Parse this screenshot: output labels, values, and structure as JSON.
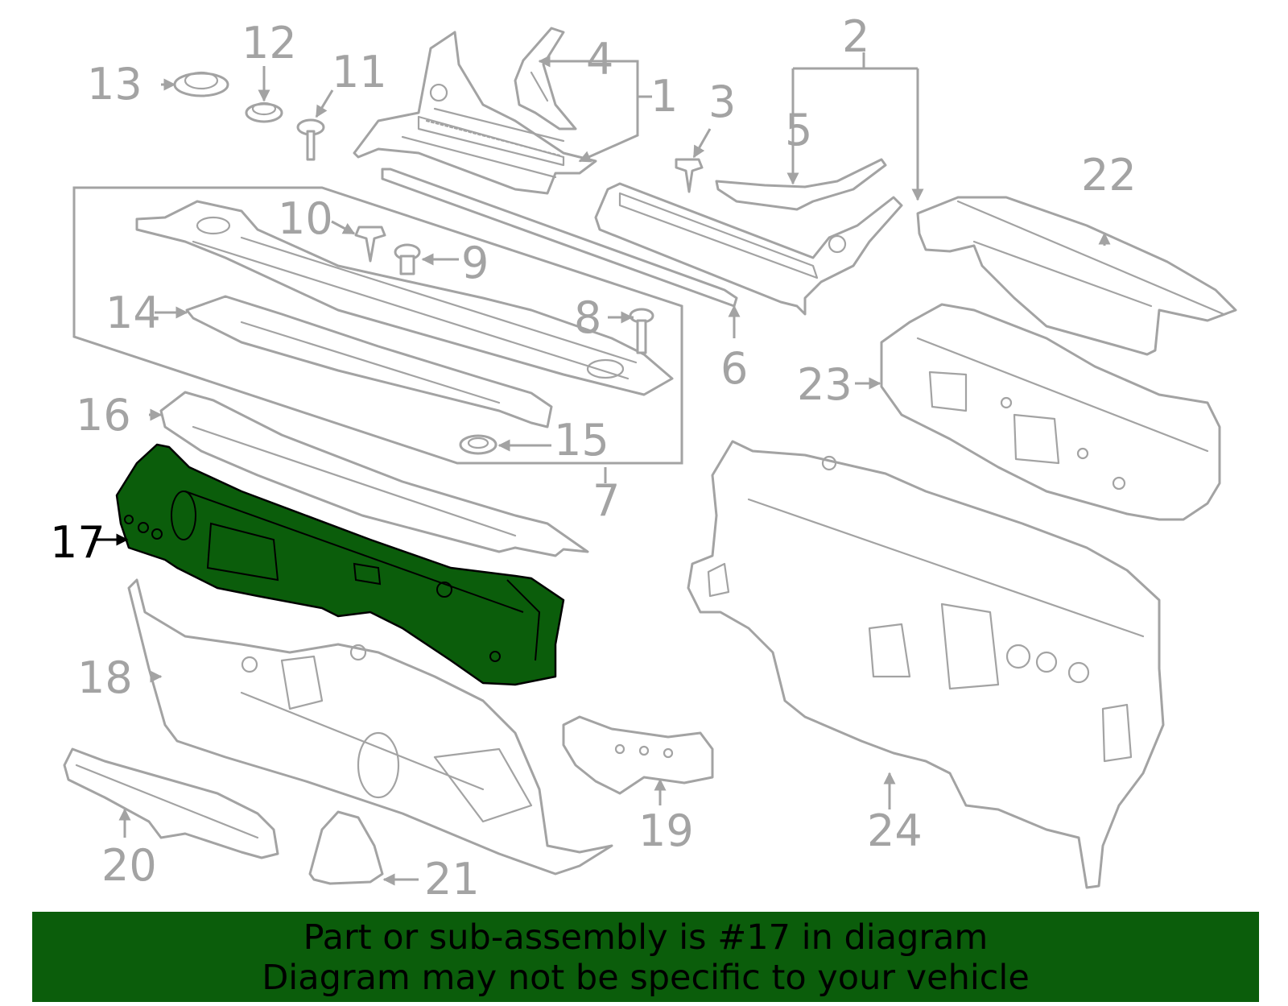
{
  "colors": {
    "line_gray": "#a3a3a3",
    "highlight_green": "#0b5d0b",
    "banner_text": "#000000"
  },
  "callouts": [
    "1",
    "2",
    "3",
    "4",
    "5",
    "6",
    "7",
    "8",
    "9",
    "10",
    "11",
    "12",
    "13",
    "14",
    "15",
    "16",
    "17",
    "18",
    "19",
    "20",
    "21",
    "22",
    "23",
    "24"
  ],
  "highlighted_callout": "17",
  "banner": {
    "line1": "Part or sub-assembly is #17 in diagram",
    "line2": "Diagram may not be specific to your vehicle"
  }
}
